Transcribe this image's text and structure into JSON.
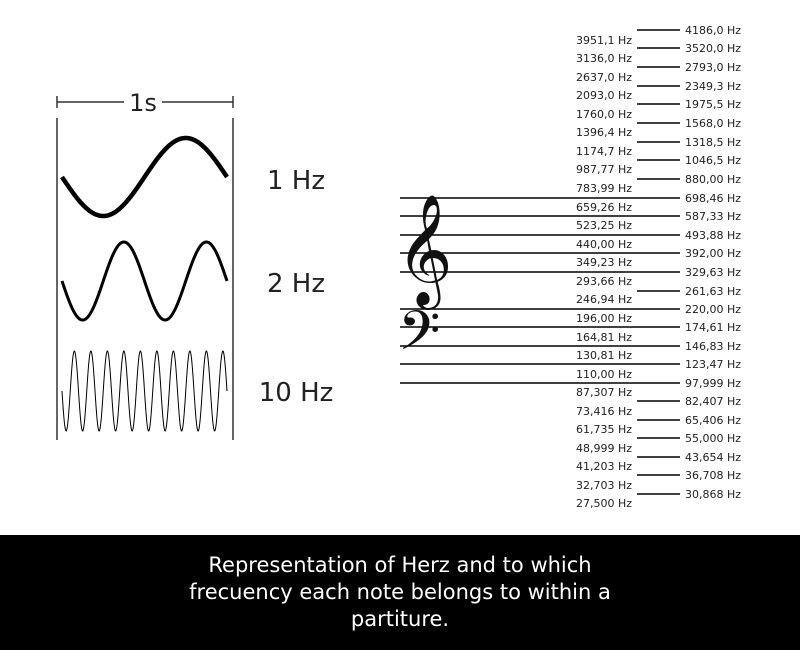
{
  "time_scale_label": "1s",
  "waves": [
    {
      "label": "1 Hz",
      "cycles": 1
    },
    {
      "label": "2 Hz",
      "cycles": 2
    },
    {
      "label": "10 Hz",
      "cycles": 10
    }
  ],
  "clefs": {
    "treble_icon": "treble-clef",
    "bass_icon": "bass-clef"
  },
  "left_frequencies": [
    "3951,1 Hz",
    "3136,0 Hz",
    "2637,0 Hz",
    "2093,0 Hz",
    "1760,0 Hz",
    "1396,4 Hz",
    "1174,7 Hz",
    "987,77 Hz",
    "783,99 Hz",
    "659,26 Hz",
    "523,25 Hz",
    "440,00 Hz",
    "349,23 Hz",
    "293,66 Hz",
    "246,94 Hz",
    "196,00 Hz",
    "164,81 Hz",
    "130,81 Hz",
    "110,00 Hz",
    "87,307 Hz",
    "73,416 Hz",
    "61,735 Hz",
    "48,999 Hz",
    "41,203 Hz",
    "32,703 Hz",
    "27,500 Hz"
  ],
  "right_frequencies": [
    "4186,0 Hz",
    "3520,0 Hz",
    "2793,0 Hz",
    "2349,3 Hz",
    "1975,5 Hz",
    "1568,0 Hz",
    "1318,5 Hz",
    "1046,5 Hz",
    "880,00 Hz",
    "698,46 Hz",
    "587,33 Hz",
    "493,88 Hz",
    "392,00 Hz",
    "329,63 Hz",
    "261,63 Hz",
    "220,00 Hz",
    "174,61 Hz",
    "146,83 Hz",
    "123,47 Hz",
    "97,999 Hz",
    "82,407 Hz",
    "65,406 Hz",
    "55,000 Hz",
    "43,654 Hz",
    "36,708 Hz",
    "30,868 Hz"
  ],
  "caption": "Representation of Herz and to which frecuency each note belongs to within a partiture."
}
